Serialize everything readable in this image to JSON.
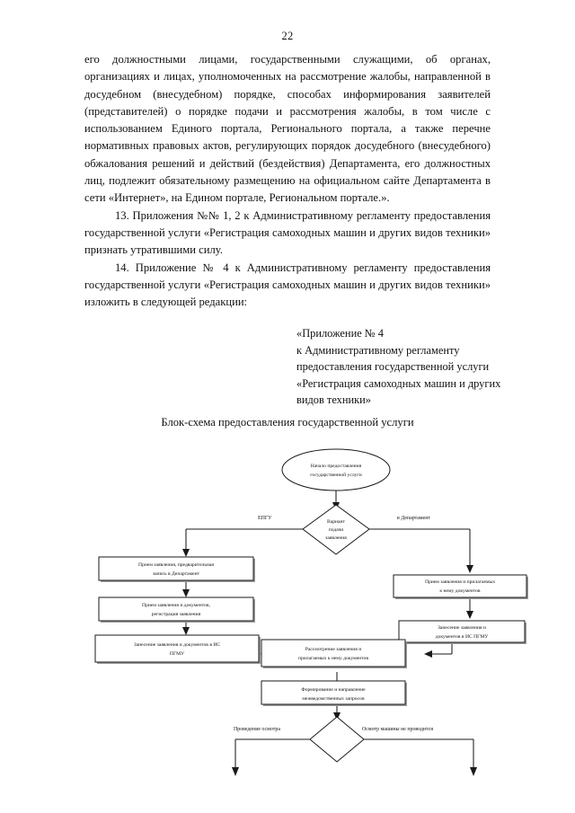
{
  "document": {
    "page_number": "22",
    "paragraphs": [
      {
        "id": "p-continuation",
        "indented": false,
        "text": "его должностными лицами, государственными служащими, об органах, организациях и лицах, уполномоченных на рассмотрение жалобы, направленной в досудебном (внесудебном) порядке, способах информирования заявителей (представителей) о порядке подачи и рассмотрения жалобы, в том числе с использованием Единого портала, Регионального портала, а также перечне нормативных правовых актов, регулирующих порядок досудебного (внесудебного) обжалования решений и действий (бездействия) Департамента, его должностных лиц, подлежит обязательному размещению на официальном сайте Департамента в сети «Интернет», на Едином портале, Региональном портале.»."
      },
      {
        "id": "p-item-13",
        "indented": true,
        "text": "13. Приложения №№ 1, 2 к Административному регламенту предоставления государственной услуги «Регистрация самоходных машин и других видов техники» признать утратившими силу."
      },
      {
        "id": "p-item-14",
        "indented": true,
        "text": "14. Приложение № 4 к Административному регламенту предоставления государственной услуги «Регистрация самоходных машин и других видов техники» изложить в следующей редакции:"
      }
    ],
    "appendix_header": [
      "«Приложение № 4",
      "к Административному регламенту",
      "предоставления государственной услуги",
      "«Регистрация самоходных машин и других",
      "видов техники»"
    ],
    "scheme_title": "Блок-схема предоставления государственной услуги"
  },
  "flowchart": {
    "nodes": [
      {
        "id": "start",
        "shape": "ellipse",
        "lines": [
          "Начало предоставления",
          "государственной услуги"
        ]
      },
      {
        "id": "decision-submission",
        "shape": "diamond",
        "lines": [
          "Вариант",
          "подачи",
          "заявления"
        ]
      },
      {
        "id": "epgu-intake",
        "shape": "rect",
        "lines": [
          "Прием заявления, предварительная",
          "запись в Департамент"
        ]
      },
      {
        "id": "epgu-registration",
        "shape": "rect",
        "lines": [
          "Прием заявления и документов,",
          "регистрация заявления"
        ]
      },
      {
        "id": "epgu-is-pgmu",
        "shape": "rect",
        "lines": [
          "Занесение заявления и документов в ИС",
          "ПГМУ"
        ]
      },
      {
        "id": "dept-intake",
        "shape": "rect",
        "lines": [
          "Прием заявления и прилагаемых",
          "к нему документов"
        ]
      },
      {
        "id": "dept-is-pgmu",
        "shape": "rect",
        "lines": [
          "Занесение заявления и",
          "документов в ИС ПГМУ"
        ]
      },
      {
        "id": "review",
        "shape": "rect",
        "lines": [
          "Рассмотрение заявления и",
          "прилагаемых к нему документов"
        ]
      },
      {
        "id": "interagency",
        "shape": "rect",
        "lines": [
          "Формирование и направление",
          "межведомственных запросов"
        ]
      },
      {
        "id": "decision-inspection",
        "shape": "diamond",
        "lines": []
      }
    ],
    "edge_labels": {
      "epgu": "ЕПГУ",
      "department": "в Департамент",
      "inspection_yes": "Проведение осмотра",
      "inspection_no": "Осмотр машины не проводится"
    }
  },
  "colors": {
    "page_background": "#ffffff",
    "text": "#111111",
    "shape_stroke": "#1a1a1a",
    "shape_fill": "#ffffff",
    "shape_shadow": "#9a9a9a",
    "connector": "#1a1a1a"
  }
}
